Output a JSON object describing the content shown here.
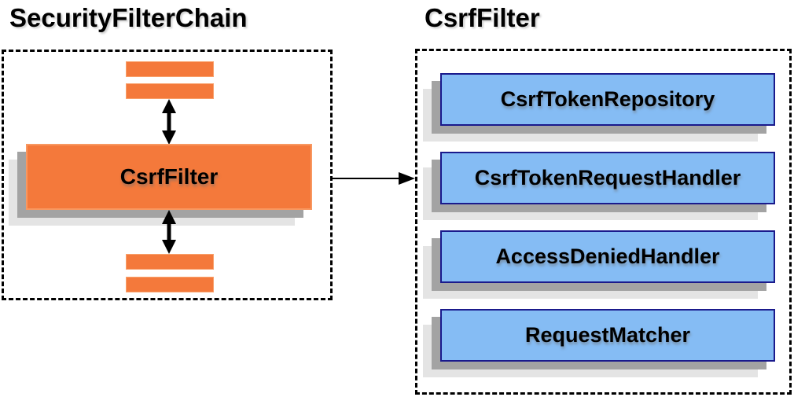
{
  "left_panel": {
    "title": "SecurityFilterChain",
    "csrf_filter_label": "CsrfFilter"
  },
  "right_panel": {
    "title": "CsrfFilter",
    "components": [
      {
        "label": "CsrfTokenRepository"
      },
      {
        "label": "CsrfTokenRequestHandler"
      },
      {
        "label": "AccessDeniedHandler"
      },
      {
        "label": "RequestMatcher"
      }
    ]
  },
  "colors": {
    "orange_fill": "#F4793B",
    "orange_border": "#F9A26D",
    "blue_fill": "#85BCF4",
    "blue_border": "#1A1A8C",
    "shadow_near": "#A3A3A3",
    "shadow_far": "#E4E4E4",
    "line": "#000000"
  }
}
